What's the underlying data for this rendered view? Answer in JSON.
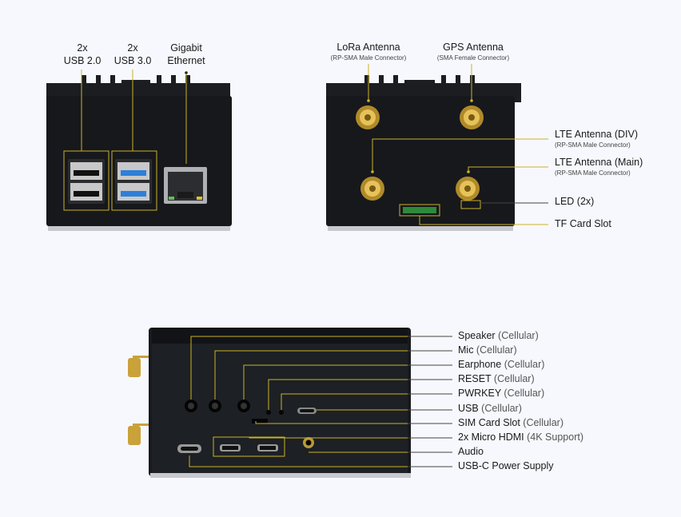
{
  "front": {
    "labels": [
      {
        "id": "usb2",
        "line1": "2x",
        "line2": "USB 2.0"
      },
      {
        "id": "usb3",
        "line1": "2x",
        "line2": "USB 3.0"
      },
      {
        "id": "eth",
        "line1": "Gigabit",
        "line2": "Ethernet"
      }
    ]
  },
  "back": {
    "lora": {
      "title": "LoRa Antenna",
      "sub": "(RP-SMA Male Connector)"
    },
    "gps": {
      "title": "GPS Antenna",
      "sub": "(SMA Female Connector)"
    },
    "lte_div": {
      "title": "LTE Antenna (DIV)",
      "sub": "(RP-SMA Male Connector)"
    },
    "lte_main": {
      "title": "LTE Antenna (Main)",
      "sub": "(RP-SMA Male Connector)"
    },
    "led": {
      "title": "LED (2x)"
    },
    "tf": {
      "title": "TF Card Slot"
    }
  },
  "side": {
    "items": [
      {
        "main": "Speaker",
        "sub": " (Cellular)"
      },
      {
        "main": "Mic",
        "sub": " (Cellular)"
      },
      {
        "main": "Earphone",
        "sub": " (Cellular)"
      },
      {
        "main": "RESET",
        "sub": " (Cellular)"
      },
      {
        "main": "PWRKEY",
        "sub": " (Cellular)"
      },
      {
        "main": "USB",
        "sub": " (Cellular)"
      },
      {
        "main": "SIM Card Slot",
        "sub": " (Cellular)"
      },
      {
        "main": "2x Micro HDMI",
        "sub": " (4K Support)"
      },
      {
        "main": "Audio",
        "sub": ""
      },
      {
        "main": "USB-C Power Supply",
        "sub": ""
      }
    ]
  },
  "colors": {
    "accent": "#c9b227",
    "body": "#15171b",
    "leader": "#444444"
  }
}
